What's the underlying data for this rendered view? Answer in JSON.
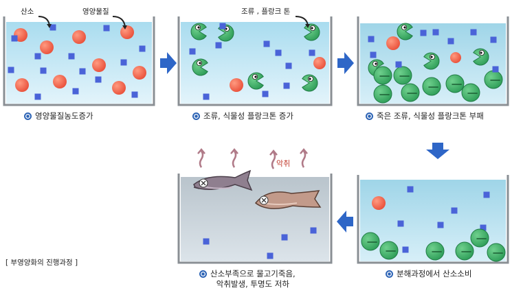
{
  "captions": {
    "stage1": "영양물질농도증가",
    "stage2": "조류, 식물성 플랑크톤 증가",
    "stage3": "죽은 조류, 식물성 플랑크톤 부패",
    "stage4": "분해과정에서 산소소비",
    "stage5_line1": "산소부족으로 물고기죽음,",
    "stage5_line2": "악취발생, 투명도 저하"
  },
  "labels": {
    "oxygen": "산소",
    "nutrients": "영양물질",
    "algae": "조류 , 플랑크 톤",
    "odor": "악취"
  },
  "footnote": "[ 부영양화의 진행과정 ]",
  "colors": {
    "water_light": "#d4eef7",
    "water_mid": "#a7d8ea",
    "oxygen": "#f06a50",
    "nutrient": "#4a63d8",
    "plankton": "#3bb067",
    "arrow": "#2e66c7"
  }
}
